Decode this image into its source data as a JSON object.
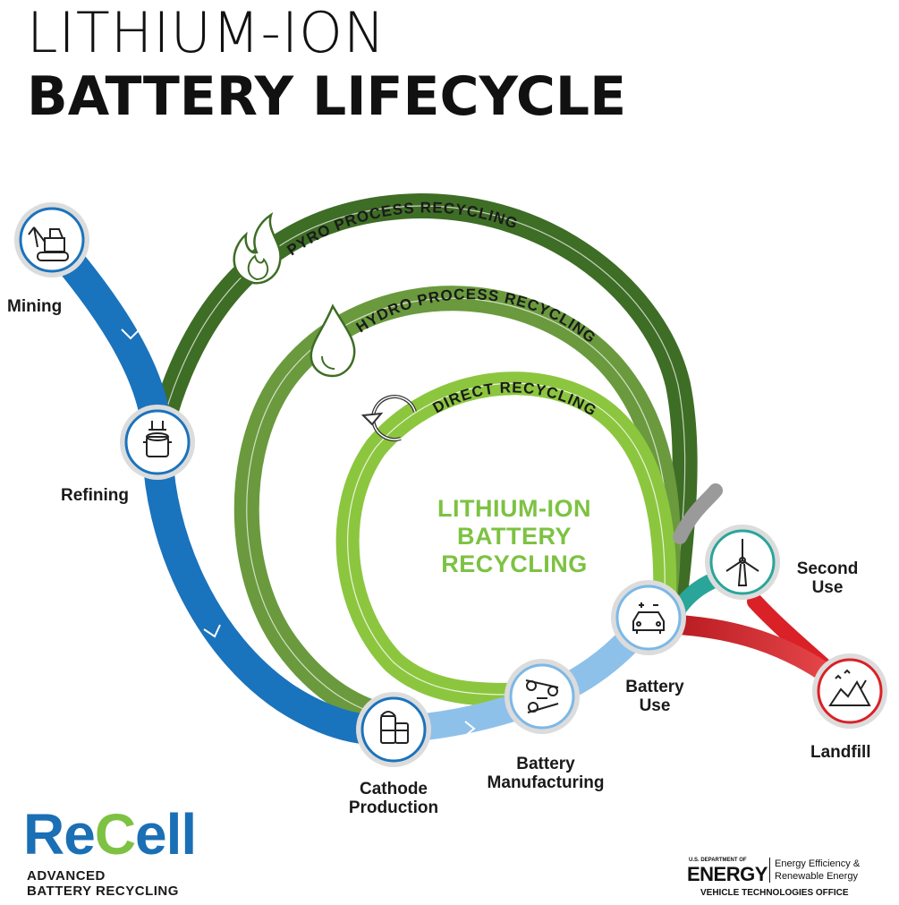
{
  "title": {
    "line1": "LITHIUM-ION",
    "line2": "BATTERY LIFECYCLE"
  },
  "center_title": {
    "line1": "LITHIUM-ION",
    "line2": "BATTERY",
    "line3": "RECYCLING"
  },
  "loops": {
    "pyro": "PYRO PROCESS RECYCLING",
    "hydro": "HYDRO PROCESS RECYCLING",
    "direct": "DIRECT RECYCLING"
  },
  "stages": {
    "mining": "Mining",
    "refining": "Refining",
    "cathode_line1": "Cathode",
    "cathode_line2": "Production",
    "manufacturing_line1": "Battery",
    "manufacturing_line2": "Manufacturing",
    "use_line1": "Battery",
    "use_line2": "Use",
    "second_line1": "Second",
    "second_line2": "Use",
    "landfill": "Landfill"
  },
  "icons": {
    "mining": "excavator-icon",
    "refining": "refining-press-icon",
    "cathode": "tanks-icon",
    "manufacturing": "conveyor-icon",
    "battery_use": "car-battery-icon",
    "second_use": "wind-turbine-icon",
    "landfill": "landfill-mountain-icon",
    "pyro": "flame-icon",
    "hydro": "droplet-icon",
    "direct": "circular-arrow-icon"
  },
  "logo": {
    "recell_a": "Re",
    "recell_b": "C",
    "recell_c": "ell",
    "recell_line1": "ADVANCED",
    "recell_line2": "BATTERY RECYCLING",
    "doe_small": "U.S. DEPARTMENT OF",
    "doe_big": "ENERGY",
    "doe_eere_line1": "Energy Efficiency &",
    "doe_eere_line2": "Renewable Energy",
    "doe_vto": "VEHICLE TECHNOLOGIES OFFICE"
  },
  "colors": {
    "main_blue": "#1a73bd",
    "light_blue": "#7bb8e6",
    "pyro_green": "#3f6e26",
    "hydro_green": "#6b9a3e",
    "direct_green": "#7dc242",
    "second_use_teal": "#2aa59a",
    "second_use_gray": "#9a9a9a",
    "landfill_red": "#d92127"
  }
}
